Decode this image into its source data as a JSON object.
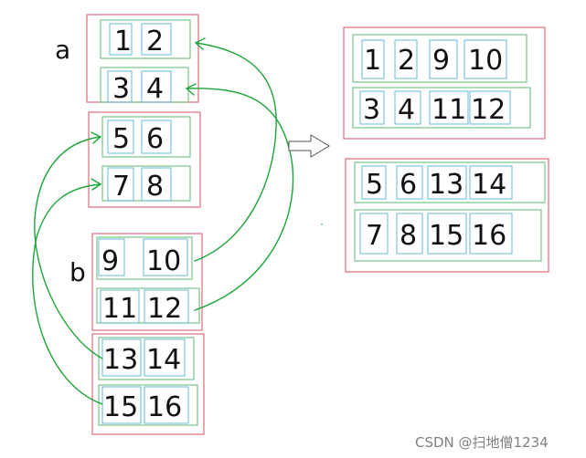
{
  "labels": {
    "a": "a",
    "b": "b"
  },
  "colors": {
    "block_border": "#e06c7a",
    "row_border": "#79c58a",
    "cell_border": "#64b7d8",
    "arrow": "#1da538",
    "text": "#111111",
    "watermark": "#7f7f7f"
  },
  "matrix_a": {
    "rows": [
      [
        "1",
        "2"
      ],
      [
        "3",
        "4"
      ],
      [
        "5",
        "6"
      ],
      [
        "7",
        "8"
      ]
    ]
  },
  "matrix_b": {
    "rows": [
      [
        "9",
        "10"
      ],
      [
        "11",
        "12"
      ],
      [
        "13",
        "14"
      ],
      [
        "15",
        "16"
      ]
    ]
  },
  "result": {
    "rows": [
      [
        "1",
        "2",
        "9",
        "10"
      ],
      [
        "3",
        "4",
        "11",
        "12"
      ],
      [
        "5",
        "6",
        "13",
        "14"
      ],
      [
        "7",
        "8",
        "15",
        "16"
      ]
    ]
  },
  "watermark": "CSDN @扫地僧1234"
}
